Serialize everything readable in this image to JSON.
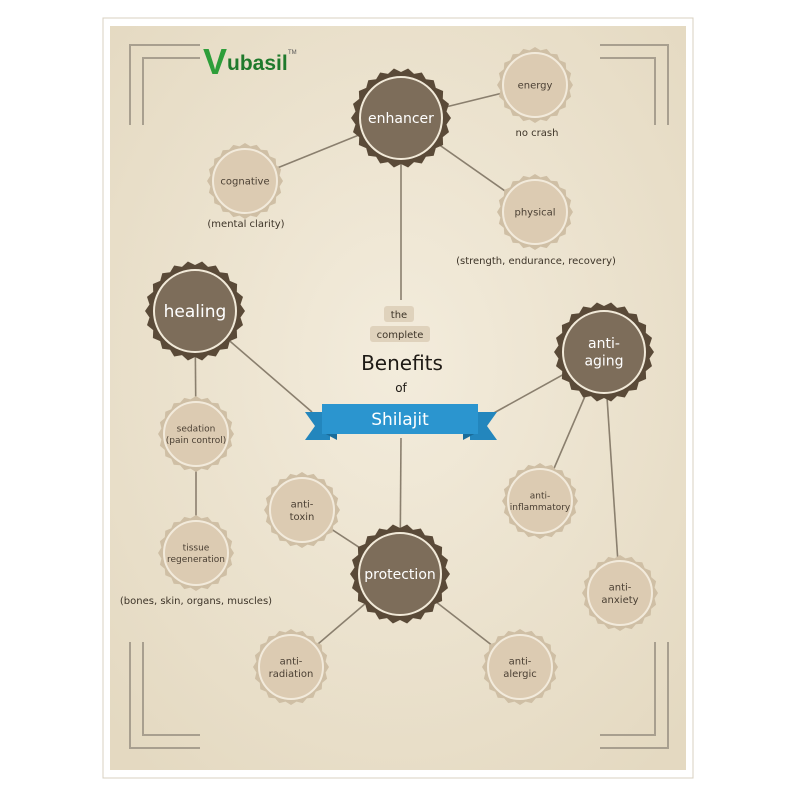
{
  "brand": {
    "logo_letter": "V",
    "logo_rest": "ubasil",
    "trademark": "TM",
    "logo_color": "#2e9e3a",
    "logo_text_color": "#1f7a2c"
  },
  "colors": {
    "paper": "#ede5d2",
    "paper_edge": "#e2d8c2",
    "frame": "#a8a090",
    "line": "#8a7f6e",
    "big_fill": "#7d6d5a",
    "big_ring": "#5a4a38",
    "small_fill": "#dccbb2",
    "small_ring": "#cfbfa5",
    "small_text": "#4a3f33",
    "caption_text": "#3d3428",
    "ribbon": "#2b95cf",
    "ribbon_dark": "#1a6c9a",
    "pill": "#dfd2bc"
  },
  "title": {
    "line1": "the",
    "line2": "complete",
    "line3": "Benefits",
    "line4": "of",
    "ribbon": "Shilajit"
  },
  "hubs": [
    {
      "id": "enhancer",
      "lines": [
        "enhancer"
      ]
    },
    {
      "id": "healing",
      "lines": [
        "healing"
      ]
    },
    {
      "id": "anti-aging",
      "lines": [
        "anti-",
        "aging"
      ]
    },
    {
      "id": "protection",
      "lines": [
        "protection"
      ]
    }
  ],
  "leaves": [
    {
      "id": "energy",
      "lines": [
        "energy"
      ]
    },
    {
      "id": "cognative",
      "lines": [
        "cognative"
      ]
    },
    {
      "id": "physical",
      "lines": [
        "physical"
      ]
    },
    {
      "id": "sedation",
      "lines": [
        "sedation",
        "(pain control)"
      ]
    },
    {
      "id": "tissue-regeneration",
      "lines": [
        "tissue",
        "regeneration"
      ]
    },
    {
      "id": "anti-toxin",
      "lines": [
        "anti-",
        "toxin"
      ]
    },
    {
      "id": "anti-inflammatory",
      "lines": [
        "anti-",
        "inflammatory"
      ]
    },
    {
      "id": "anti-anxiety",
      "lines": [
        "anti-",
        "anxiety"
      ]
    },
    {
      "id": "anti-radiation",
      "lines": [
        "anti-",
        "radiation"
      ]
    },
    {
      "id": "anti-alergic",
      "lines": [
        "anti-",
        "alergic"
      ]
    }
  ],
  "captions": [
    {
      "id": "no-crash",
      "text": "no crash"
    },
    {
      "id": "mental-clarity",
      "text": "(mental clarity)"
    },
    {
      "id": "strength",
      "text": "(strength, endurance, recovery)"
    },
    {
      "id": "bones",
      "text": "(bones, skin, organs, muscles)"
    }
  ],
  "edges": [
    [
      "center",
      "enhancer"
    ],
    [
      "enhancer",
      "energy"
    ],
    [
      "enhancer",
      "cognative"
    ],
    [
      "enhancer",
      "physical"
    ],
    [
      "center",
      "healing"
    ],
    [
      "healing",
      "sedation"
    ],
    [
      "sedation",
      "tissue-regeneration"
    ],
    [
      "center",
      "anti-aging"
    ],
    [
      "anti-aging",
      "anti-inflammatory"
    ],
    [
      "anti-aging",
      "anti-anxiety"
    ],
    [
      "center",
      "protection"
    ],
    [
      "protection",
      "anti-toxin"
    ],
    [
      "protection",
      "anti-radiation"
    ],
    [
      "protection",
      "anti-alergic"
    ]
  ]
}
